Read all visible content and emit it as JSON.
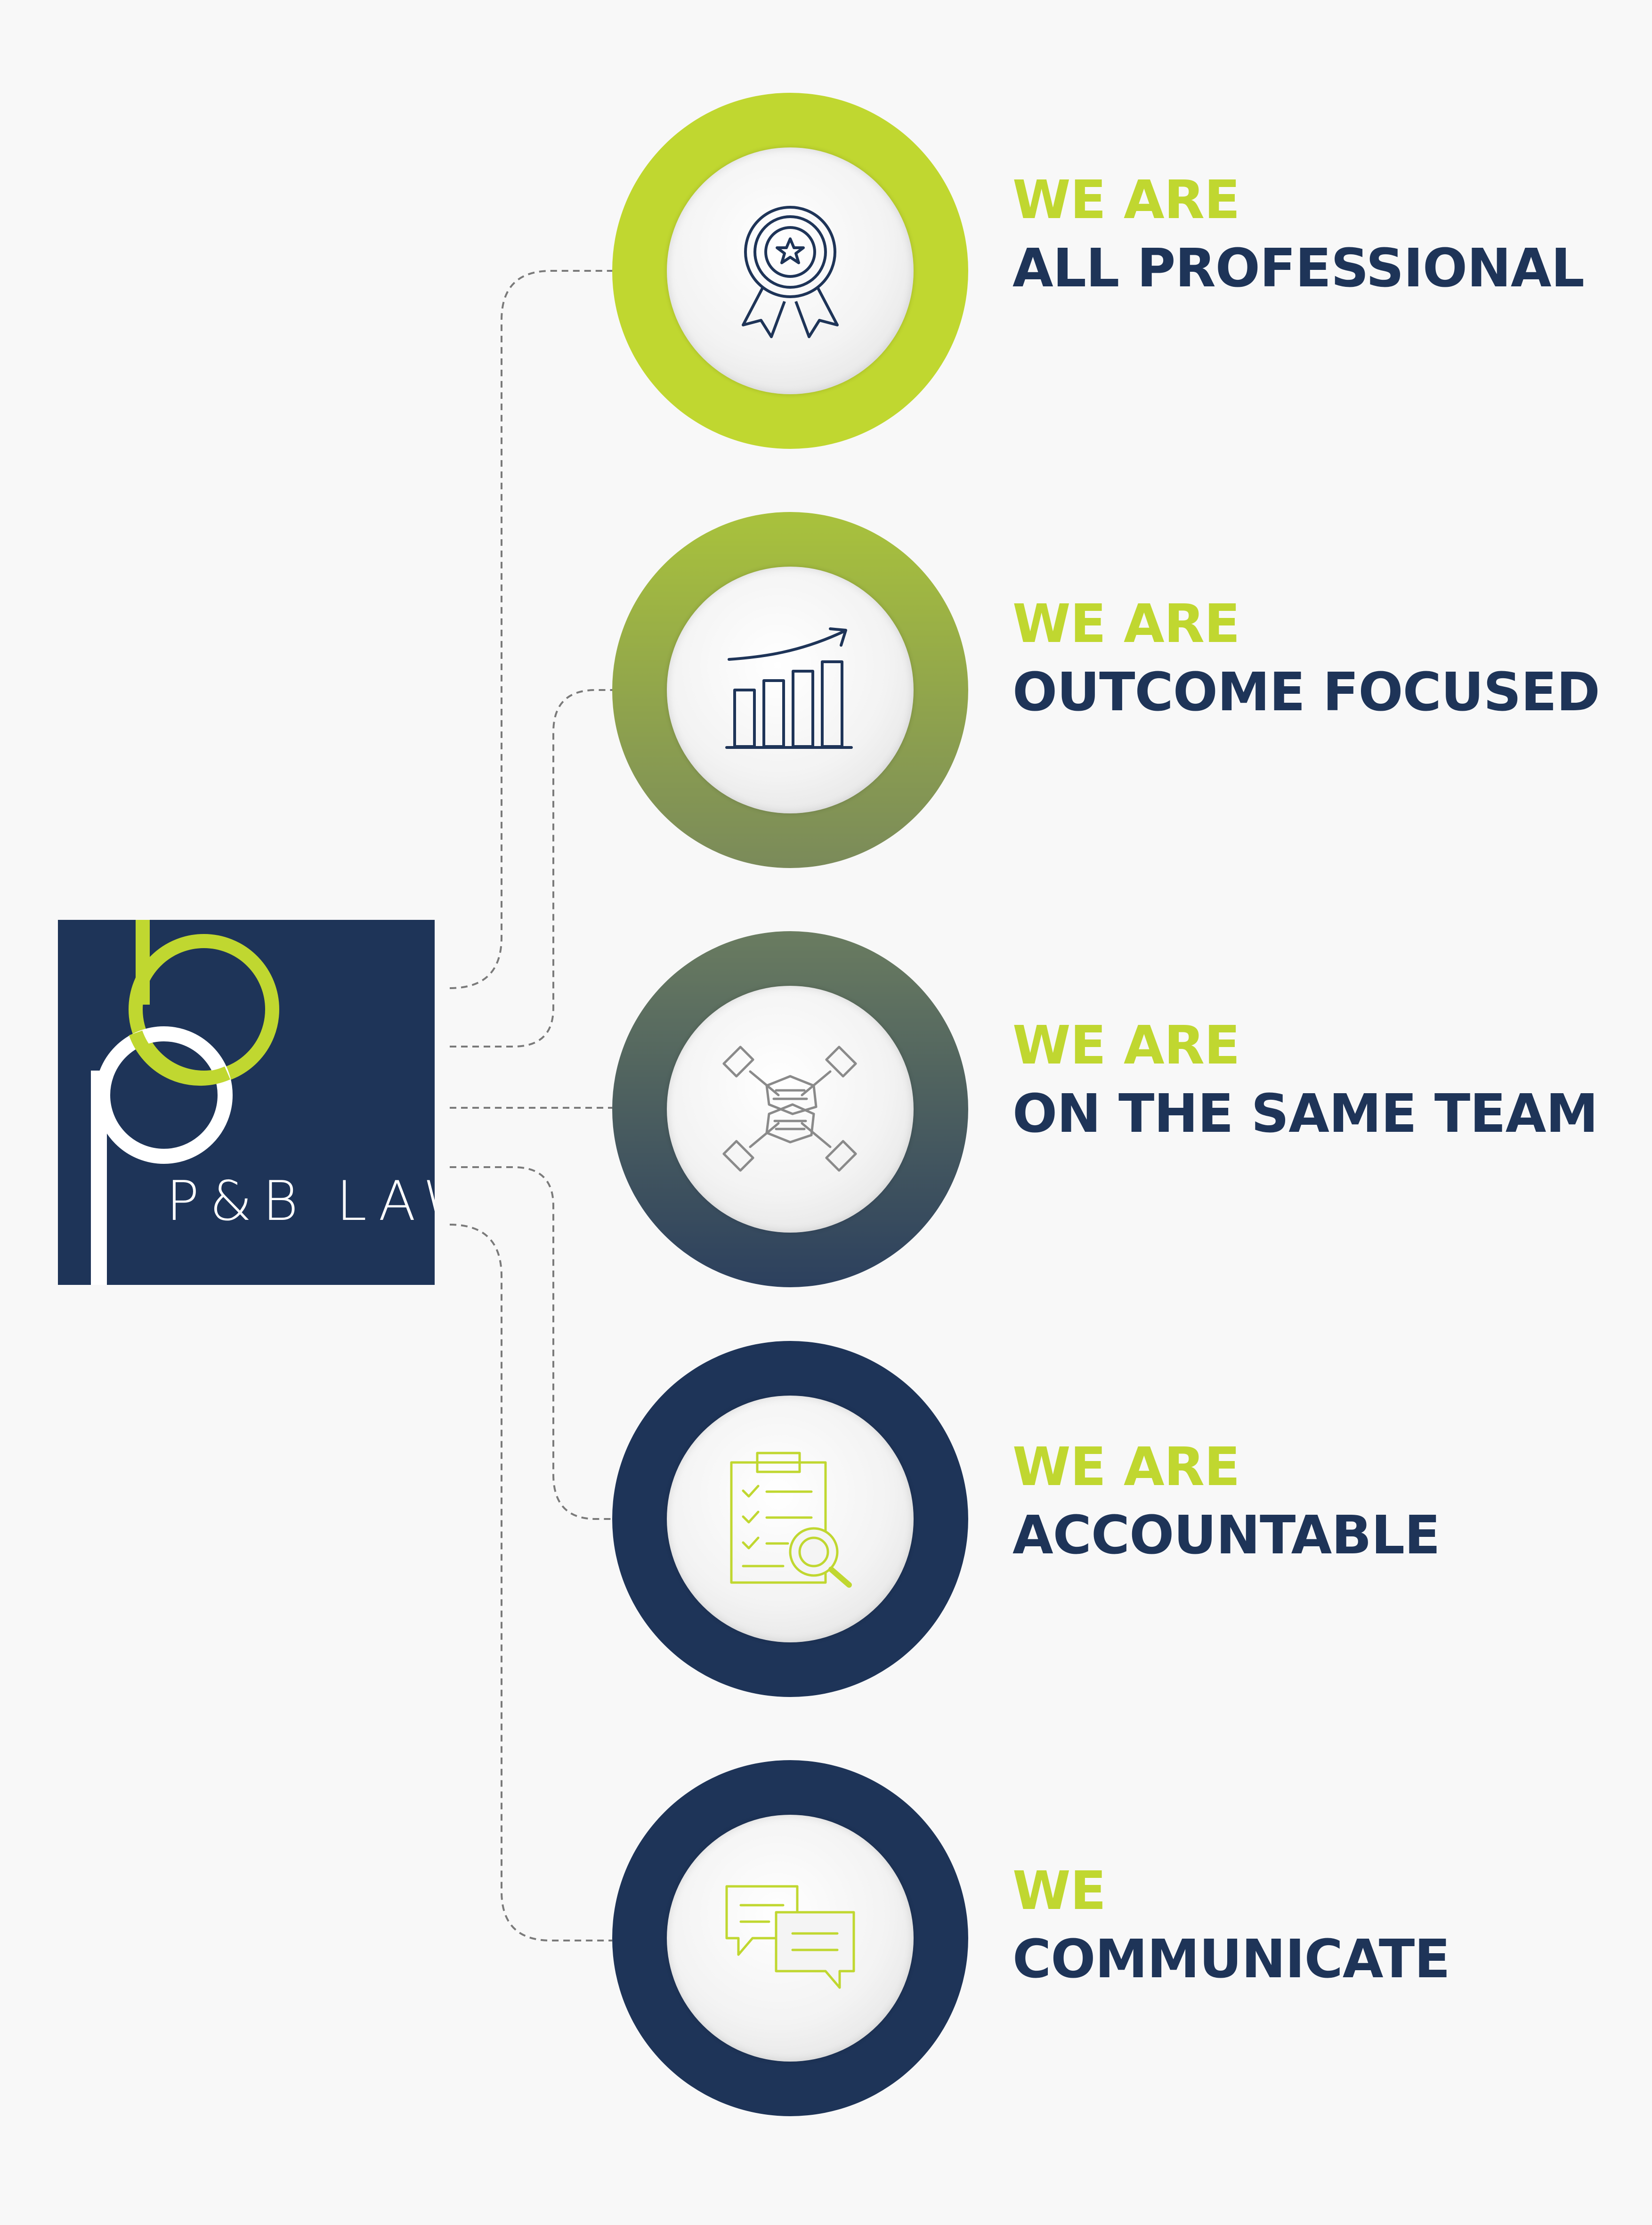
{
  "logo": {
    "text": "P&B LAW"
  },
  "colors": {
    "navy": "#1e3458",
    "lime": "#c0d730",
    "olive": "#8a9e4c",
    "slate": "#5d7060",
    "background": "#f8f8f8"
  },
  "values": [
    {
      "prefix": "WE ARE",
      "title": "ALL PROFESSIONAL",
      "icon": "award-ribbon-icon"
    },
    {
      "prefix": "WE ARE",
      "title": "OUTCOME FOCUSED",
      "icon": "growth-chart-icon"
    },
    {
      "prefix": "WE ARE",
      "title": "ON THE SAME TEAM",
      "icon": "teamwork-hands-icon"
    },
    {
      "prefix": "WE ARE",
      "title": "ACCOUNTABLE",
      "icon": "clipboard-search-icon"
    },
    {
      "prefix": "WE",
      "title": "COMMUNICATE",
      "icon": "chat-bubbles-icon"
    }
  ]
}
